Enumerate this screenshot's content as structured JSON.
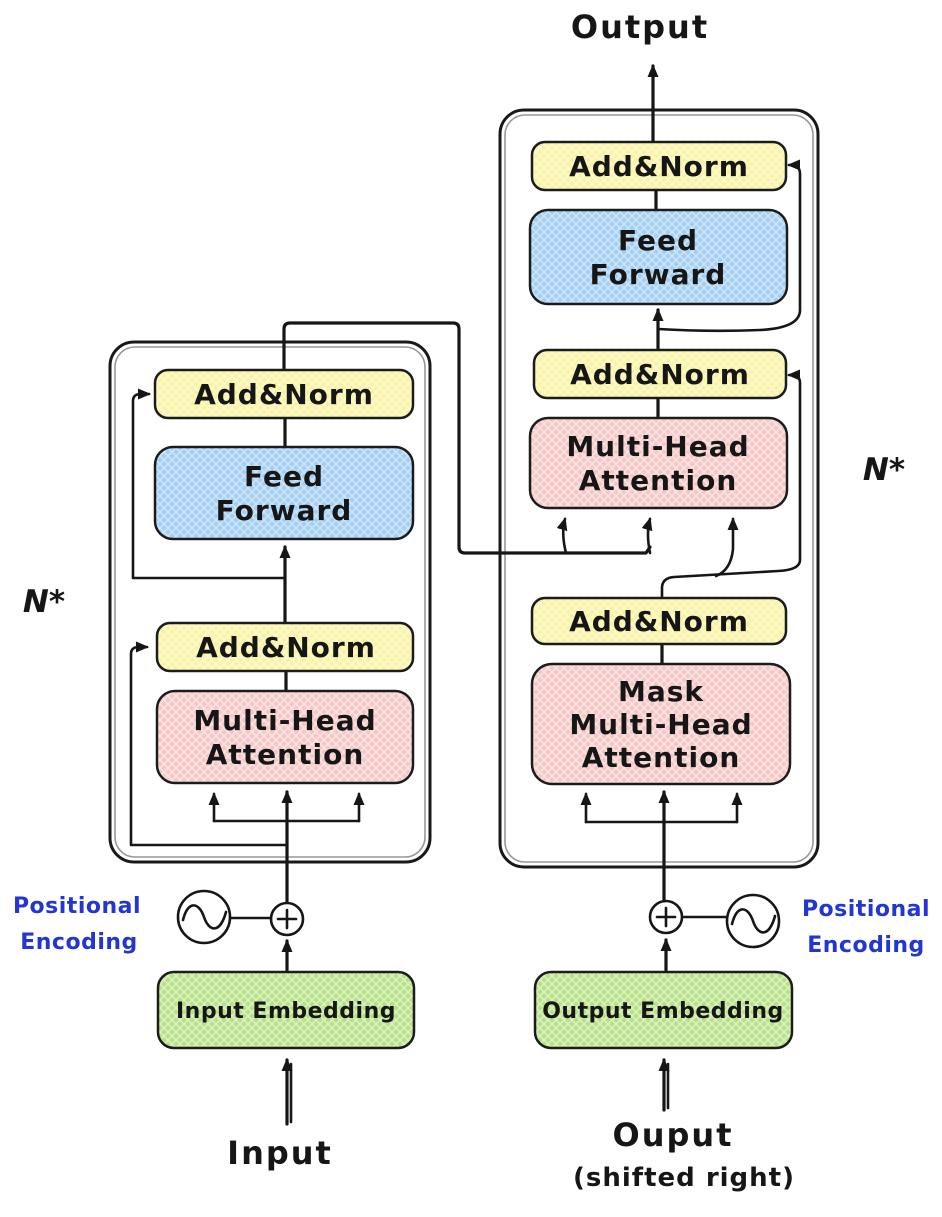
{
  "colors": {
    "ink": "#1b1b1b",
    "add_norm_fill": "#f9f3a1",
    "feed_forward_fill": "#a3cff2",
    "attention_fill": "#f5c8c6",
    "embedding_fill": "#b7e185",
    "positional_text": "#2336d2"
  },
  "labels": {
    "output_top": "Output",
    "add_norm": "Add&Norm",
    "feed_line1": "Feed",
    "feed_line2": "Forward",
    "mha_line1": "Multi-Head",
    "mha_line2": "Attention",
    "mask_line1": "Mask",
    "mask_line2": "Multi-Head",
    "mask_line3": "Attention",
    "input_embedding": "Input Embedding",
    "output_embedding": "Output Embedding",
    "positional_line1": "Positional",
    "positional_line2": "Encoding",
    "repeat": "N*",
    "input_bottom": "Input",
    "output_bottom_line1": "Ouput",
    "output_bottom_line2": "(shifted right)"
  }
}
